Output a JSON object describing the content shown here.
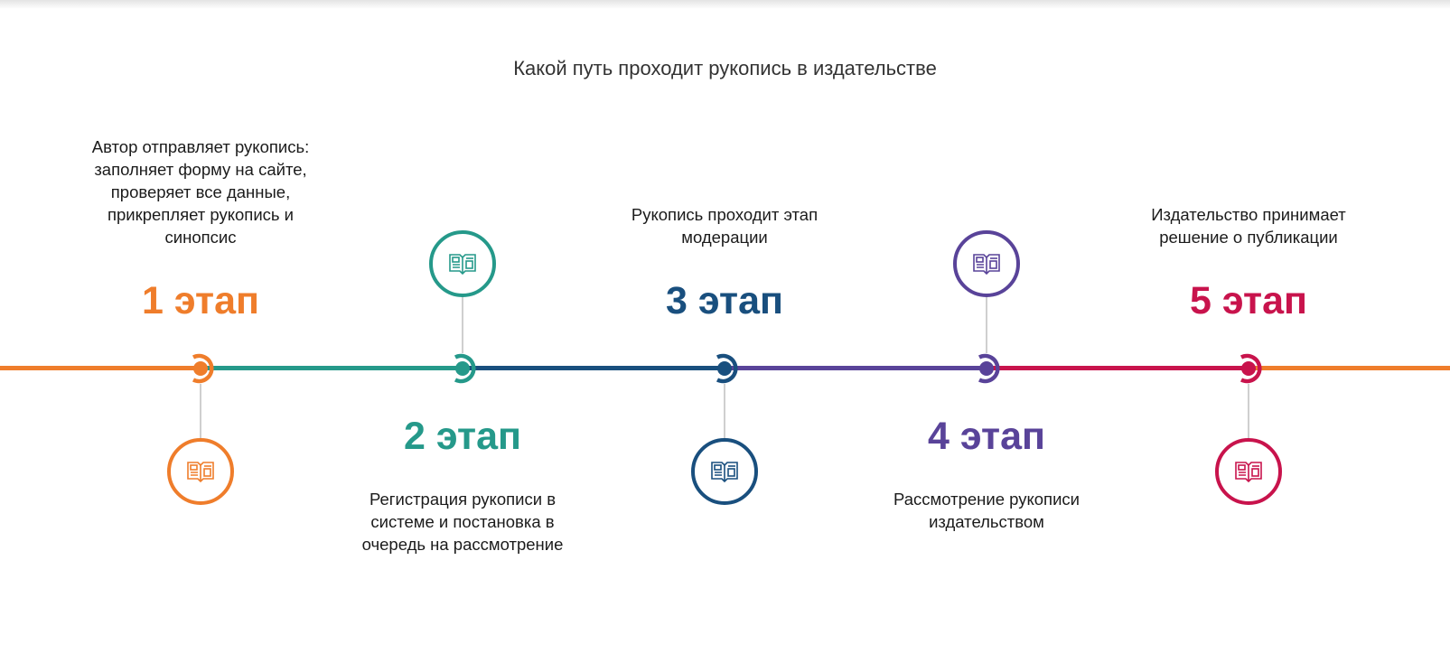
{
  "title": "Какой путь проходит рукопись в издательстве",
  "colors": {
    "orange": "#EF7D2B",
    "teal": "#25998A",
    "navy": "#194F7E",
    "purple": "#594399",
    "crimson": "#C8134C",
    "connector": "#CFCFCF"
  },
  "stages": [
    {
      "label": "1 этап",
      "description": "Автор отправляет рукопись: заполняет форму на сайте, проверяет все данные, прикрепляет рукопись и синопсис",
      "icon": "open-book-icon",
      "color": "#EF7D2B",
      "label_position": "above",
      "icon_position": "below"
    },
    {
      "label": "2 этап",
      "description": "Регистрация рукописи в системе и постановка в очередь на рассмотрение",
      "icon": "open-book-icon",
      "color": "#25998A",
      "label_position": "below",
      "icon_position": "above"
    },
    {
      "label": "3 этап",
      "description": "Рукопись проходит этап модерации",
      "icon": "open-book-icon",
      "color": "#194F7E",
      "label_position": "above",
      "icon_position": "below"
    },
    {
      "label": "4 этап",
      "description": "Рассмотрение рукописи издательством",
      "icon": "open-book-icon",
      "color": "#594399",
      "label_position": "below",
      "icon_position": "above"
    },
    {
      "label": "5 этап",
      "description": "Издательство принимает решение о публикации",
      "icon": "open-book-icon",
      "color": "#C8134C",
      "label_position": "above",
      "icon_position": "below"
    }
  ]
}
